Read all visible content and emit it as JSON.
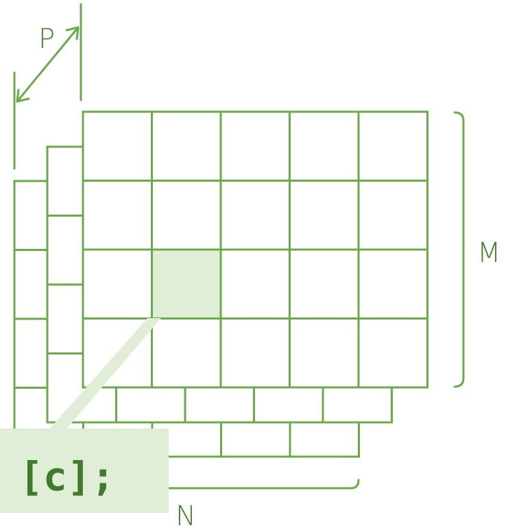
{
  "diagram": {
    "labels": {
      "p": "P",
      "m": "M",
      "n": "N"
    },
    "code": "[c];",
    "layers": {
      "rows": 4,
      "cols": 5
    }
  },
  "colors": {
    "line": "#6aaa48",
    "highlight": "#e0eed7",
    "text": "#4a7f32",
    "code_text": "#3f7a2d",
    "background": "#ffffff"
  }
}
